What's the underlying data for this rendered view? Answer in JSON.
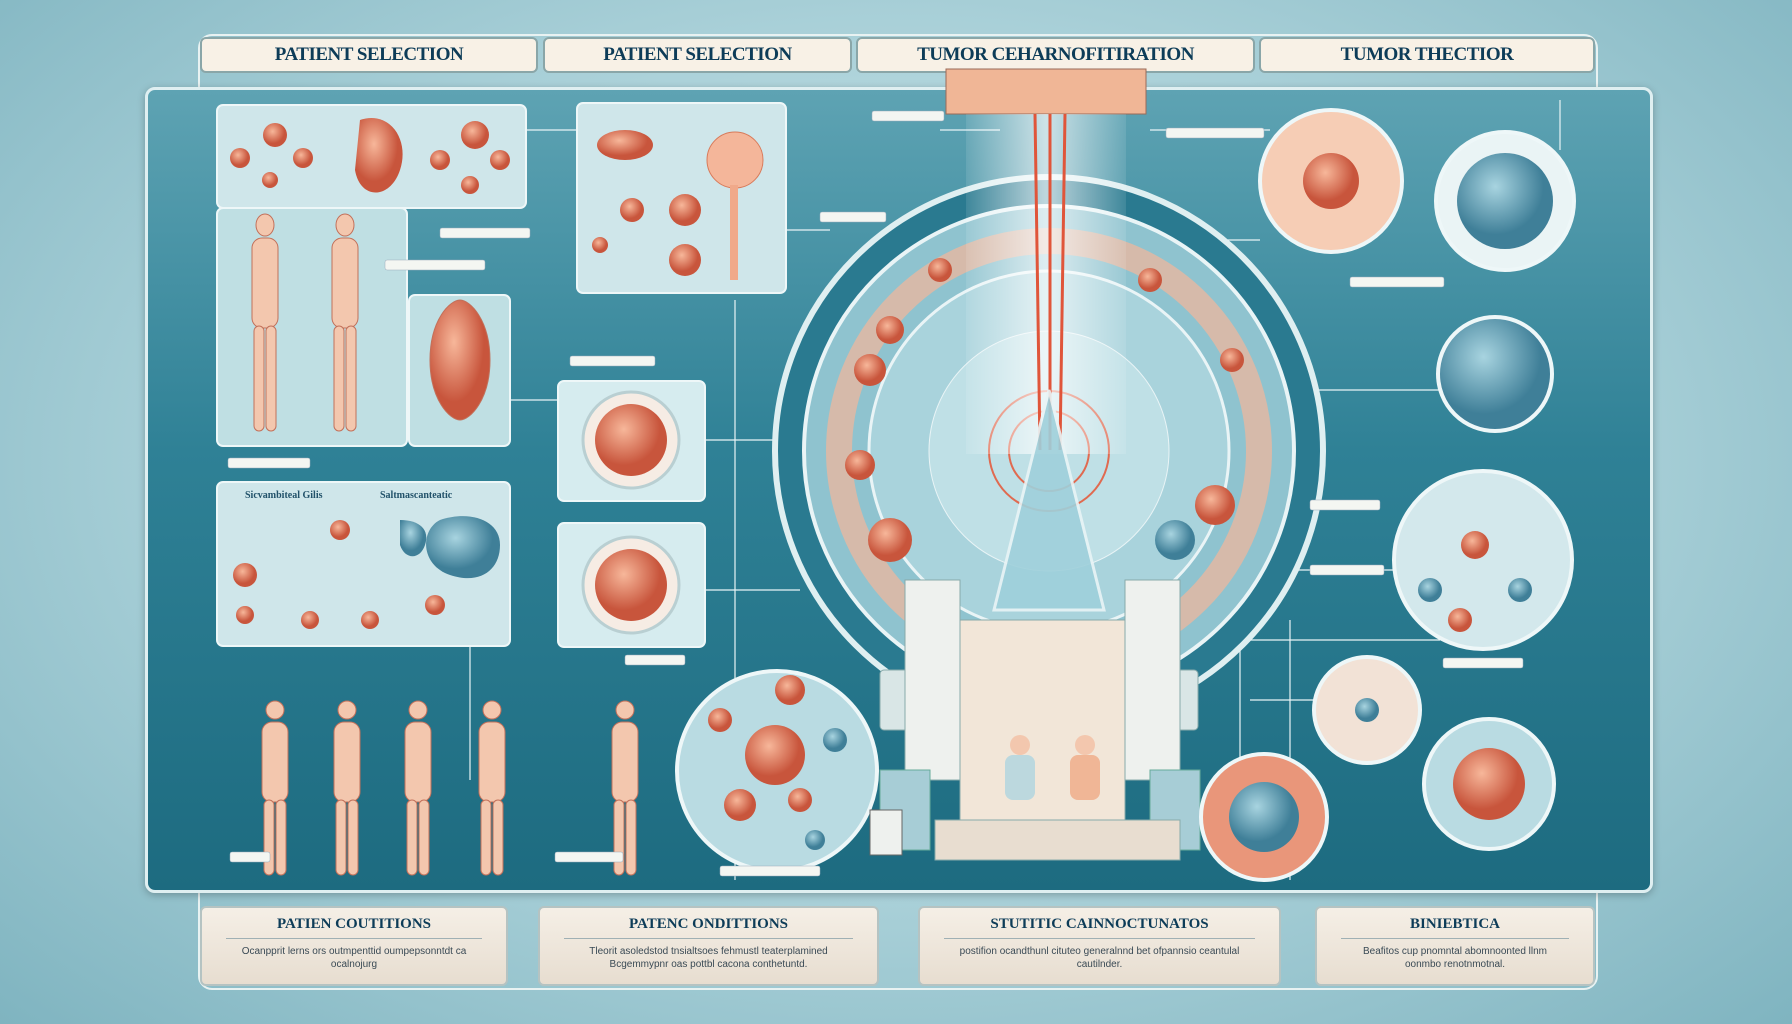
{
  "headers": [
    "PATIENT SELECTION",
    "PATIENT SELECTION",
    "TUMOR CEHARNOFITIRATION",
    "TUMOR THECTIOR"
  ],
  "panel_subtitles": [
    "Sicvambiteal Gilis",
    "Saltmascanteatic"
  ],
  "footers": [
    {
      "title": "PATIEN COUTITIONS",
      "body": "Ocanpprit lerns ors outmpenttid oumpepsonntdt ca ocalnojurg"
    },
    {
      "title": "PATENC ONDITTIONS",
      "body": "Tleorit asoledstod tnsialtsoes fehmustl teaterplamined Bcgemmypnr oas pottbl cacona conthetuntd."
    },
    {
      "title": "STUTITIC CAINNOCTUNATOS",
      "body": "postifion ocandthunl cituteo generalnnd bet ofpannsio ceantulal cautilnder."
    },
    {
      "title": "BINIEBTICA",
      "body": "Beafitos cup pnomntal abomnoonted llnm oonmbo renotnmotnal."
    }
  ],
  "colors": {
    "panel": "#2f8196",
    "header_bg": "#f8f1e6",
    "text": "#0d3c58",
    "tissue": "#e88a6a",
    "beam": "#e0553a"
  }
}
